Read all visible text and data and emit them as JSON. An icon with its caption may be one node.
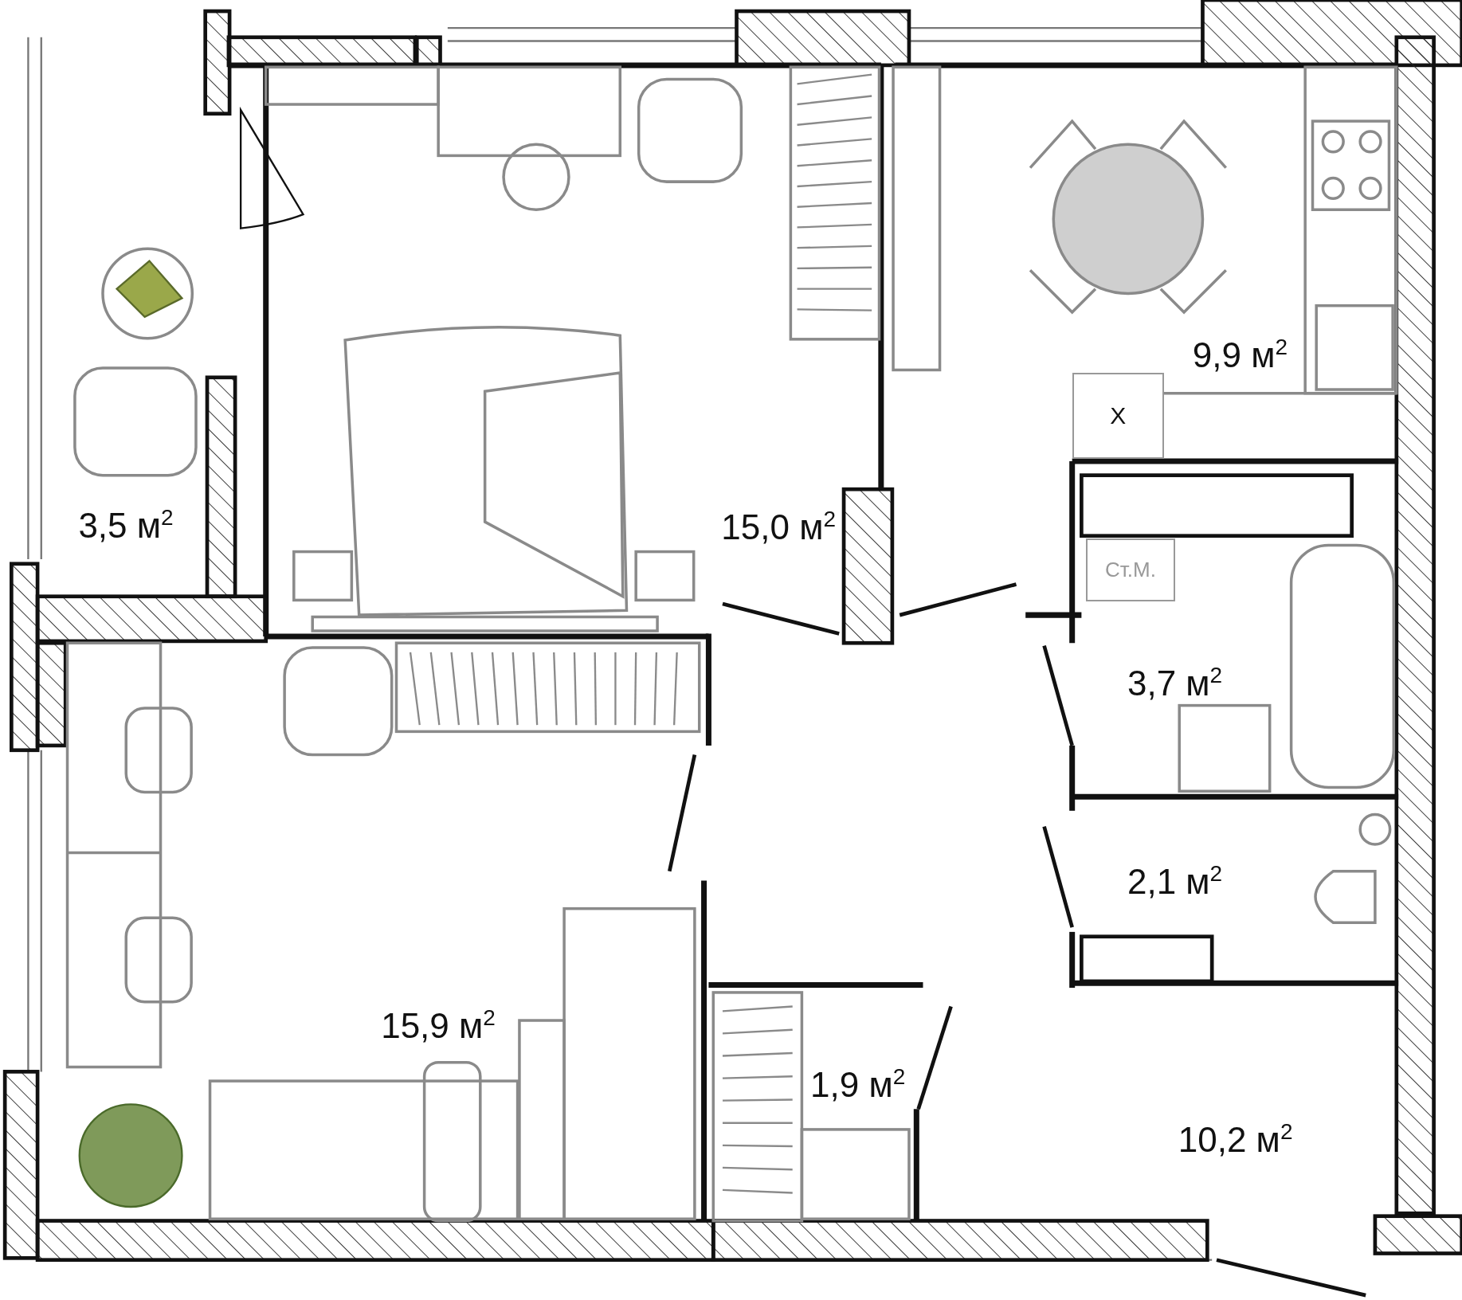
{
  "diagram": {
    "nodes": [
      {
        "text": [
          "Ст.М."
        ]
      },
      {
        "text": [
          "X"
        ]
      }
    ],
    "labels": [
      "3,5 м$^{2}$",
      "15,0 м$^{2}$",
      "9,9 м$^{2}$",
      "3,7 м$^{2}$",
      "2,1 м$^{2}$",
      "15,9 м$^{2}$",
      "1,9 м$^{2}$",
      "10,2 м$^{2}$"
    ]
  }
}
